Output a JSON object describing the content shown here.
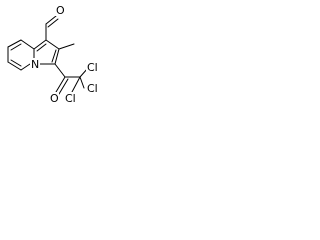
{
  "molecule": {
    "atoms": {
      "aldehyde_oxygen": "O",
      "ring_nitrogen": "N",
      "ketone_oxygen": "O",
      "chlorine_1": "Cl",
      "chlorine_2": "Cl",
      "chlorine_3": "Cl"
    },
    "colors": {
      "bond": "#000000",
      "label": "#000000",
      "background": "#ffffff"
    }
  }
}
